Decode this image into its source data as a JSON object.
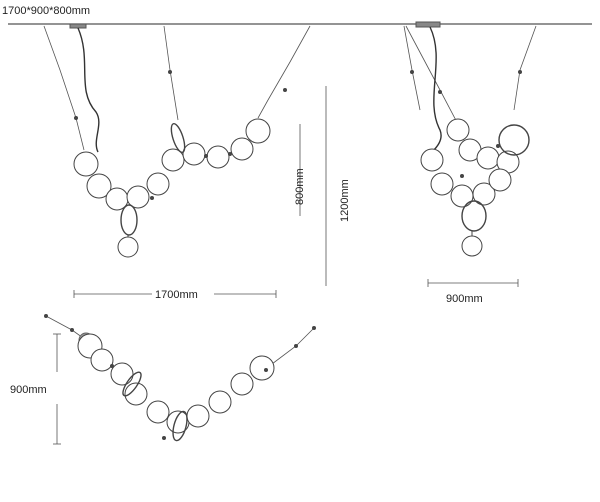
{
  "labels": {
    "overall_size": "1700*900*800mm",
    "front_width": "1700mm",
    "front_drop": "800mm",
    "total_height": "1200mm",
    "side_width": "900mm",
    "plan_depth": "900mm"
  },
  "colors": {
    "line": "#555555",
    "globe_stroke": "#444444",
    "globe_fill": "#ffffff",
    "text": "#222222"
  }
}
